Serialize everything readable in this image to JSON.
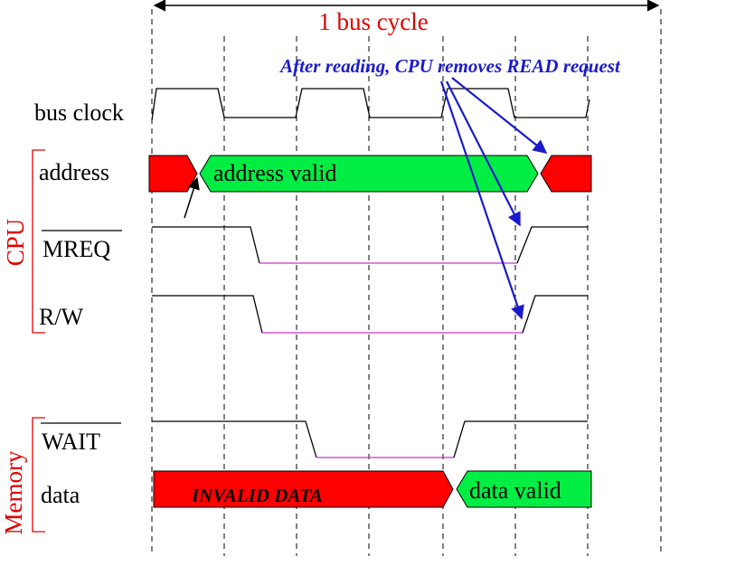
{
  "title": "1 bus cycle",
  "annotation": "After reading, CPU removes READ request",
  "signals": {
    "bus_clock": "bus clock",
    "address": "address",
    "mreq": "MREQ",
    "rw": "R/W",
    "wait": "WAIT",
    "data": "data"
  },
  "groups": {
    "cpu": "CPU",
    "memory": "Memory"
  },
  "boxes": {
    "address_valid": "address valid",
    "invalid_data": "INVALID DATA",
    "data_valid": "data valid"
  },
  "colors": {
    "valid": "#00ee44",
    "invalid": "#ff0000",
    "annotation": "#1a1acc",
    "group_label": "#e00000",
    "low_level": "#cc33cc"
  }
}
